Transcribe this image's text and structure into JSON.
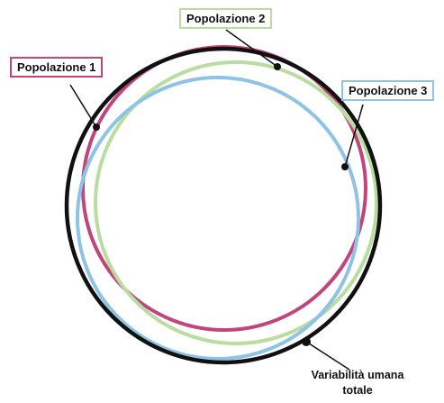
{
  "colors": {
    "total": "#111111",
    "pop1": "#c0457a",
    "pop2": "#b9dca0",
    "pop3": "#8fc3e6"
  },
  "labels": {
    "pop1": "Popolazione 1",
    "pop2": "Popolazione 2",
    "pop3": "Popolazione 3",
    "total_line1": "Variabilità umana",
    "total_line2": "totale"
  }
}
